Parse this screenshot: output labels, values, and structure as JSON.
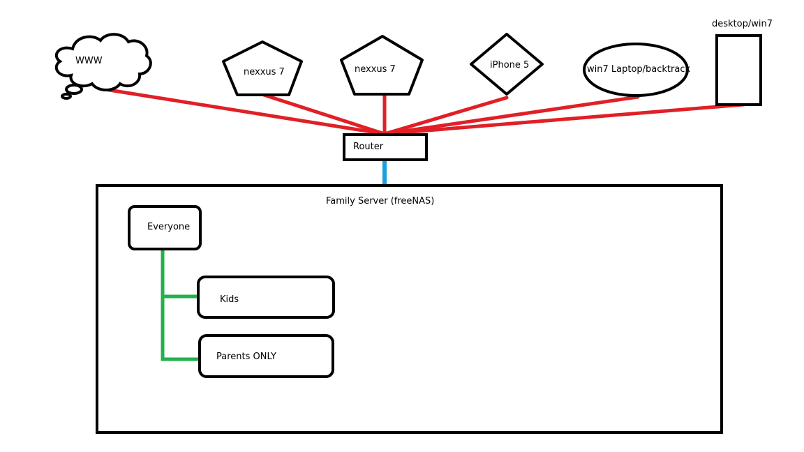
{
  "nodes": {
    "www": "WWW",
    "nexxus1": "nexxus 7",
    "nexxus2": "nexxus 7",
    "iphone": "iPhone 5",
    "laptop": "win7 Laptop/backtrack",
    "desktop": "desktop/win7",
    "router": "Router"
  },
  "server": {
    "title": "Family Server (freeNAS)",
    "shares": {
      "everyone": "Everyone",
      "kids": "Kids",
      "parents": "Parents ONLY"
    }
  },
  "colors": {
    "device_links": "#e02026",
    "router_link": "#1aa0dc",
    "share_links": "#22b14c",
    "outline": "#000000"
  }
}
